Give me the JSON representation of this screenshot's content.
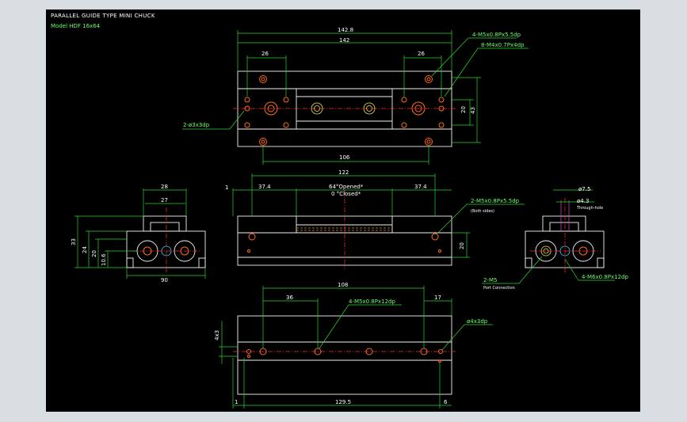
{
  "title": "PARALLEL GUIDE TYPE MINI CHUCK",
  "model": "Model HDF 16x64",
  "top_view": {
    "dim_overall_outer": "142.8",
    "dim_overall": "142",
    "dim_left_26": "26",
    "dim_right_26": "26",
    "dim_106": "106",
    "dim_20": "20",
    "dim_43": "43",
    "callout_m5": "4-M5x0.8Px5.5dp",
    "callout_m4": "8-M4x0.7Px4dp",
    "callout_d3": "2-ø3x3dp"
  },
  "front_view": {
    "dim_122": "122",
    "dim_left_37_4": "37.4",
    "dim_right_37_4": "37.4",
    "stroke_open": "64°Opened*",
    "stroke_closed": "0 °Closed*",
    "dim_1": "1",
    "dim_20": "20",
    "callout_m5": "2-M5x0.8Px5.5dp",
    "callout_both": "(Both sides)"
  },
  "left_view": {
    "dim_28": "28",
    "dim_27": "27",
    "dim_33": "33",
    "dim_24": "24",
    "dim_20": "20",
    "dim_10_6": "10.6",
    "dim_90": "90"
  },
  "right_view": {
    "dim_7_5": "ø7.5",
    "dim_4_3": "ø4.3",
    "through_hole": "Through-hole",
    "callout_m5": "2-M5",
    "port_connection": "Port Connection",
    "callout_m6": "4-M6x0.8Px12dp"
  },
  "bottom_view": {
    "dim_108": "108",
    "dim_36": "36",
    "dim_17": "17",
    "callout_m5": "4-M5x0.8Px12dp",
    "callout_d4": "ø4x3dp",
    "dim_4x3": "4x3",
    "dim_1": "1",
    "dim_129_5": "129.5",
    "dim_6": "6"
  },
  "colors": {
    "background": "#000000",
    "outline": "#f2f2f2",
    "dimension": "#2cd52c",
    "centerline": "#ff3030",
    "hole": "#ff6a1a"
  }
}
